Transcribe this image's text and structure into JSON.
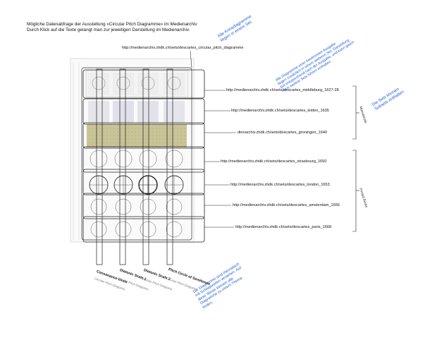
{
  "header": {
    "line1": "Mögliche Datenabfrage der Ausstellung «Circular Pitch Diagramme» im Medienarchiv",
    "line2": "Durch Klick auf die Texte gelangt man zur jeweiligen Darstellung im Medienarchiv."
  },
  "set_url": "http://medienarchiv.zhdk.ch/sets/descartes_circular_pitch_diagramme",
  "rows": [
    {
      "url": "http://medienarchiv.zhdk.ch/sets/descartes_middleburg_1627-28"
    },
    {
      "url": "http://medienarchiv.zhdk.ch/sets/descartes_leiden_1635"
    },
    {
      "url": "dienarchiv.zhdk.ch/sets/descartes_groningen_1640"
    },
    {
      "url": "http://medienarchiv.zhdk.ch/sets/descartes_strasbourg_1650"
    },
    {
      "url": "http://medienarchiv.zhdk.ch/sets/descartes_london_1653"
    },
    {
      "url": "http://medienarchiv.zhdk.ch/sets/descartes_amsterdam_1656"
    },
    {
      "url": "http://medienarchiv.zhdk.ch/sets/descartes_paris_1668"
    }
  ],
  "notes": {
    "all_sets": [
      "Alle Kreisdiagramme",
      "liegen in einem Set."
    ],
    "editions": [
      "Alle Diagramme einer bestimmten Ausgabe",
      "liegen zusätzlich in einem weiteren Set. Darstellung",
      "Set entsprechend nach der Ausgabe, und kann gleich",
      "noch weitere Sets führen enthalten."
    ],
    "sets_sets": [
      "Die Sets können",
      "Subsets enthalten"
    ],
    "columns": [
      "Die Diagramme sind thematisch",
      "mit Schlagworten versehen. Auf",
      "diese Weise können alle",
      "Diagramme zu einem Thema",
      "finden."
    ]
  },
  "side_labels": {
    "manuscripts": "Manuskripte",
    "printed": "Printed Books"
  },
  "columns": [
    {
      "title": "Consonance circle",
      "sub": "Circular Pitch Diagrams"
    },
    {
      "title": "Diatonic Scale 1",
      "sub": "Circular Pitch Diagrams"
    },
    {
      "title": "Diatonic Scale 2",
      "sub": "Circular Pitch Diagrams"
    },
    {
      "title": "Pitch Circle of Semitones",
      "sub": "Circular Pitch Diagrams"
    }
  ],
  "colors": {
    "note": "#1f5fd1",
    "line": "#222222",
    "parchment": "#c8c29a"
  }
}
